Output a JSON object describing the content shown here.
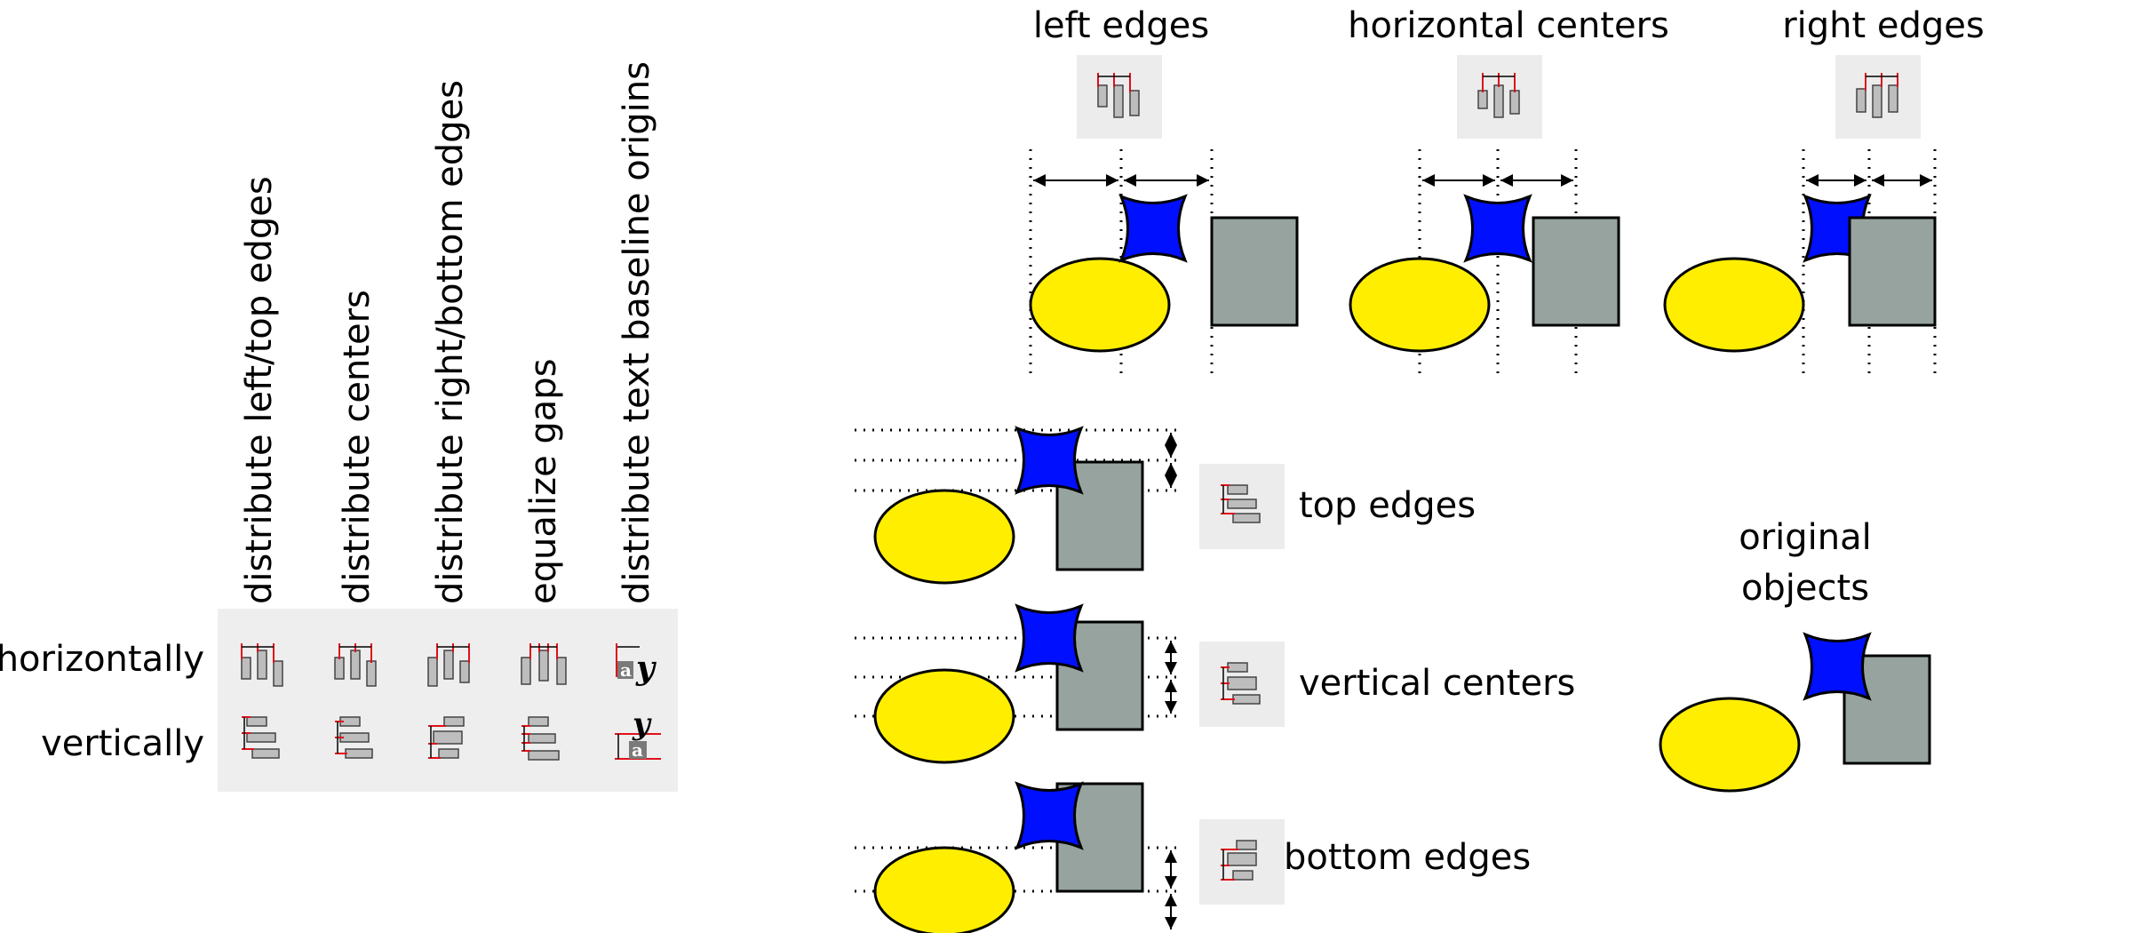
{
  "distribute_panel": {
    "column_headers": [
      "distribute left/top edges",
      "distribute centers",
      "distribute right/bottom edges",
      "equalize gaps",
      "distribute text baseline origins"
    ],
    "row_labels": [
      "horizontally",
      "vertically"
    ],
    "glyph": {
      "y": "y",
      "a": "a"
    }
  },
  "horizontal_examples": [
    {
      "label": "left edges"
    },
    {
      "label": "horizontal centers"
    },
    {
      "label": "right edges"
    }
  ],
  "vertical_examples": [
    {
      "label": "top edges"
    },
    {
      "label": "vertical centers"
    },
    {
      "label": "bottom edges"
    }
  ],
  "original": {
    "label_line1": "original",
    "label_line2": "objects"
  },
  "colors": {
    "ellipse_fill": "#ffee00",
    "star_fill": "#0010ff",
    "rect_fill": "#96a39e",
    "guide_red": "#e0101a",
    "icon_bar": "#a9a9a9",
    "button_bg": "#ececec"
  }
}
